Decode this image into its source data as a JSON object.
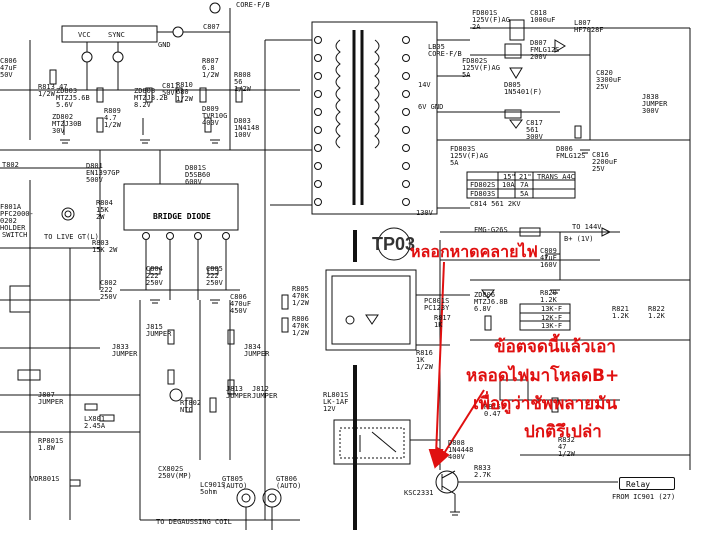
{
  "bridge_label": "BRIDGE DIODE",
  "test_point": "TP03",
  "relay_label": "Relay",
  "annotations": {
    "top": "หลอกหาดคลายไฟ",
    "line1": "ข้อตจดนี้แล้วเอา",
    "line2": "หลอดไฟมาโหลดB+",
    "line3": "เพื่อดูว่าชัพพลายมัน",
    "line4": "ปกติรึเปล่า"
  },
  "labels": [
    {
      "t": "VCC"
    },
    {
      "t": "SYNC"
    },
    {
      "t": "GND"
    },
    {
      "t": "C807"
    },
    {
      "t": "CORE-F/B"
    },
    {
      "t": "C806 47uF 50V"
    },
    {
      "t": "R813 47 1/2W"
    },
    {
      "t": "ZD803 MTZJ5.6B 5.6V"
    },
    {
      "t": "ZD808 MTZJ8.2B 8.2V"
    },
    {
      "t": "C811 50V"
    },
    {
      "t": "R810 680 1/2W"
    },
    {
      "t": "R807 6.8 1/2W"
    },
    {
      "t": "R808 56 1/2W"
    },
    {
      "t": "R809 4.7 1/2W"
    },
    {
      "t": "ZD802 MTZJ30B 30V"
    },
    {
      "t": "D809 TVR10G 400V"
    },
    {
      "t": "D803 1N4148 100V"
    },
    {
      "t": "T802"
    },
    {
      "t": "D801 EN1397GP 500V"
    },
    {
      "t": "D801S D5SB60 600V"
    },
    {
      "t": "R804 15K 2W"
    },
    {
      "t": "R803 15K 2W"
    },
    {
      "t": "F801A PFC2000-0202 HOLDER"
    },
    {
      "t": "SWITCH"
    },
    {
      "t": "TO LIVE GT(L)"
    },
    {
      "t": "TO DEGAUSSING COIL"
    },
    {
      "t": "C804 222 250V"
    },
    {
      "t": "C802 222 250V"
    },
    {
      "t": "C805 222 250V"
    },
    {
      "t": "C806 470uF 450V"
    },
    {
      "t": "R805 470K 1/2W"
    },
    {
      "t": "R806 470K 1/2W"
    },
    {
      "t": "J815 JUMPER"
    },
    {
      "t": "J833 JUMPER"
    },
    {
      "t": "J834 JUMPER"
    },
    {
      "t": "J813 JUMPER"
    },
    {
      "t": "J812 JUMPER"
    },
    {
      "t": "RT802 NTC"
    },
    {
      "t": "LX801 2.45A"
    },
    {
      "t": "J807 JUMPER"
    },
    {
      "t": "RP801S 1.8W"
    },
    {
      "t": "VDR801S"
    },
    {
      "t": "CX802S 250V(MP)"
    },
    {
      "t": "LC901S 5ohm"
    },
    {
      "t": "GT805 (AUTO)"
    },
    {
      "t": "GT806 (AUTO)"
    },
    {
      "t": "RL801S LK-1AF 12V"
    },
    {
      "t": "PC801S PC123Y"
    },
    {
      "t": "R817 1K"
    },
    {
      "t": "R816 1K 1/2W"
    },
    {
      "t": "D808 1N4448 400V"
    },
    {
      "t": "KSC2331"
    },
    {
      "t": "R833 2.7K"
    },
    {
      "t": "R832 47 1/2W"
    },
    {
      "t": "FROM IC901 (27)"
    },
    {
      "t": "FD801S 125V(F)AG 2A"
    },
    {
      "t": "C818 1000uF"
    },
    {
      "t": "L807 HF7028F"
    },
    {
      "t": "C820 3300uF 25V"
    },
    {
      "t": "J838 JUMPER 300V"
    },
    {
      "t": "FD802S 125V(F)AG 5A"
    },
    {
      "t": "D807 FMLG12S 200V"
    },
    {
      "t": "D805 1N5401(F)"
    },
    {
      "t": "C817 561 300V"
    },
    {
      "t": "C816 2200uF 25V"
    },
    {
      "t": "D806 FMLG12S"
    },
    {
      "t": "FD803S 125V(F)AG 5A"
    },
    {
      "t": "C814 561 2KV"
    },
    {
      "t": "FMG-G26S"
    },
    {
      "t": "C809 47uF 160V"
    },
    {
      "t": "TO 144V"
    },
    {
      "t": "B+ (1V)"
    },
    {
      "t": "ZD806 MTZJ6.8B 6.8V"
    },
    {
      "t": "R820 1.2K"
    },
    {
      "t": "R821 1.2K"
    },
    {
      "t": "R822 1.2K"
    },
    {
      "t": "R815 0.47"
    },
    {
      "t": "14V"
    },
    {
      "t": "6V GND"
    },
    {
      "t": "130V"
    },
    {
      "t": "LB05 CORE-F/B"
    },
    {
      "t": "13K-F"
    },
    {
      "t": "12K-F"
    },
    {
      "t": "13K-F"
    },
    {
      "t": "15\""
    },
    {
      "t": "21\""
    },
    {
      "t": "TRANS A4C"
    },
    {
      "t": "FD802S"
    },
    {
      "t": "FD803S"
    },
    {
      "t": "10A"
    },
    {
      "t": "7A"
    },
    {
      "t": "5A"
    }
  ]
}
